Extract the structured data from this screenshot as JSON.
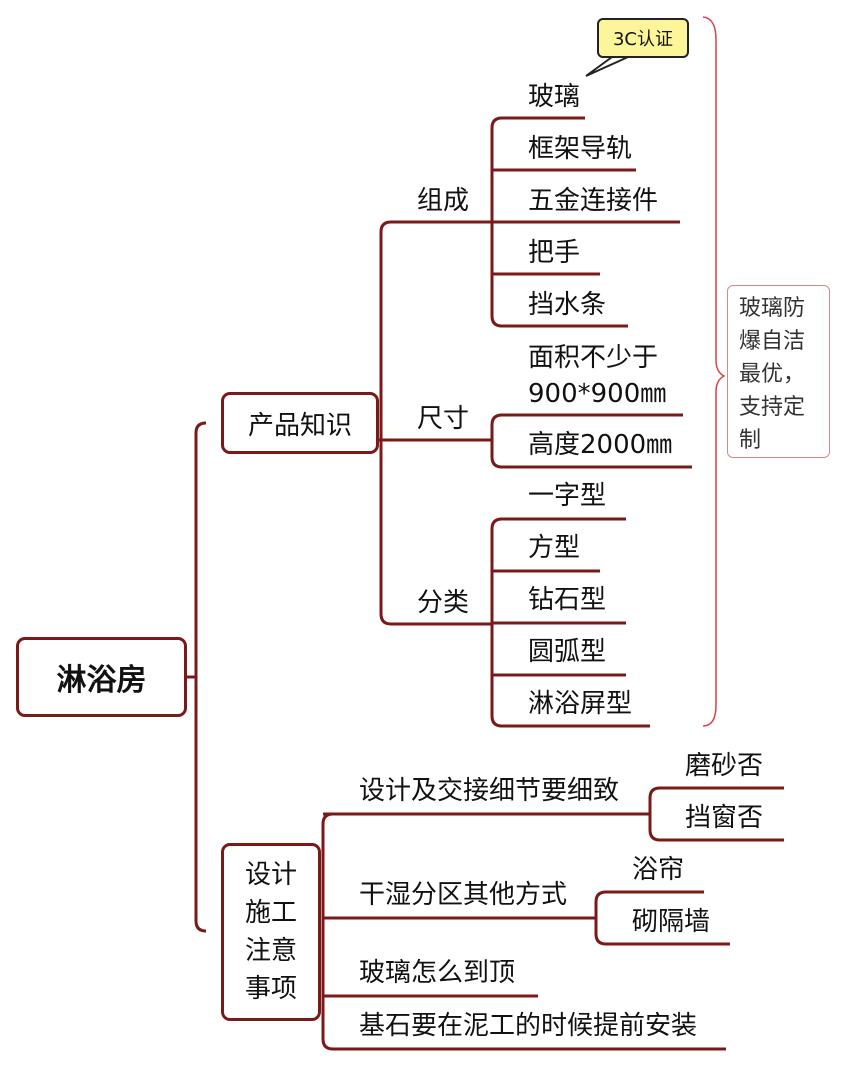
{
  "root": "淋浴房",
  "branch1": {
    "title": "产品知识",
    "composition": {
      "label": "组成",
      "items": [
        "玻璃",
        "框架导轨",
        "五金连接件",
        "把手",
        "挡水条"
      ],
      "callout": "3C认证"
    },
    "size": {
      "label": "尺寸",
      "items": [
        "面积不少于\n900*900㎜",
        "高度2000㎜"
      ]
    },
    "category": {
      "label": "分类",
      "items": [
        "一字型",
        "方型",
        "钻石型",
        "圆弧型",
        "淋浴屏型"
      ]
    },
    "note": "玻璃防\n爆自洁\n最优，\n支持定\n制"
  },
  "branch2": {
    "title": "设计\n施工\n注意\n事项",
    "items": [
      {
        "label": "设计及交接细节要细致",
        "children": [
          "磨砂否",
          "挡窗否"
        ]
      },
      {
        "label": "干湿分区其他方式",
        "children": [
          "浴帘",
          "砌隔墙"
        ]
      },
      {
        "label": "玻璃怎么到顶",
        "children": []
      },
      {
        "label": "基石要在泥工的时候提前安装",
        "children": []
      }
    ]
  }
}
